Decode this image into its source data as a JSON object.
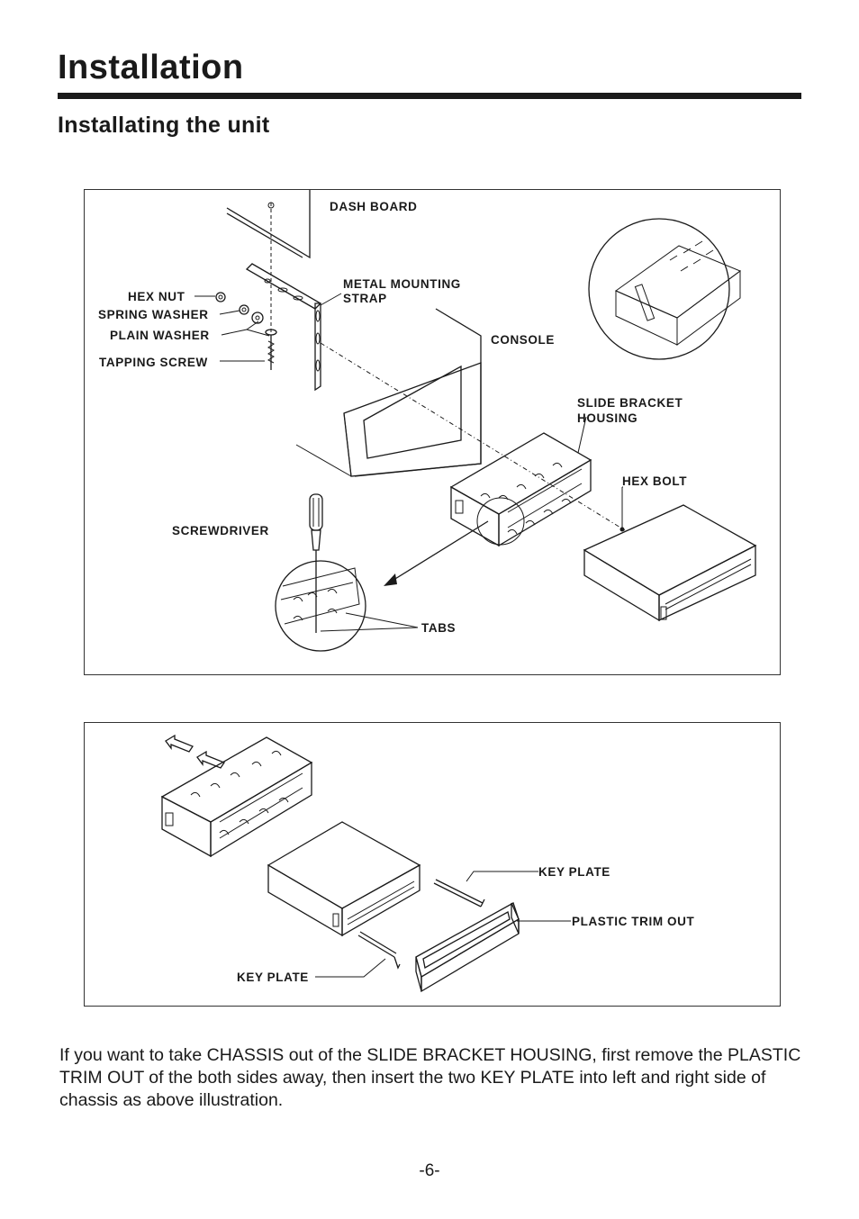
{
  "header": {
    "title": "Installation",
    "subtitle": "Installating the unit"
  },
  "figure1": {
    "labels": {
      "dash_board": "DASH BOARD",
      "metal_mounting_strap_line1": "METAL MOUNTING",
      "metal_mounting_strap_line2": "STRAP",
      "hex_nut": "HEX NUT",
      "spring_washer": "SPRING WASHER",
      "plain_washer": "PLAIN WASHER",
      "tapping_screw": "TAPPING SCREW",
      "console": "CONSOLE",
      "slide_bracket_housing_line1": "SLIDE BRACKET",
      "slide_bracket_housing_line2": "HOUSING",
      "hex_bolt": "HEX BOLT",
      "screwdriver": "SCREWDRIVER",
      "tabs": "TABS"
    }
  },
  "figure2": {
    "labels": {
      "key_plate_top": "KEY PLATE",
      "plastic_trim_out": "PLASTIC TRIM OUT",
      "key_plate_bottom": "KEY PLATE"
    }
  },
  "body": {
    "paragraph": "If you want to take CHASSIS out of the SLIDE BRACKET HOUSING, first remove the PLASTIC TRIM OUT of the both sides away, then insert the two KEY PLATE into left and right side of chassis as above illustration."
  },
  "footer": {
    "page_number": "-6-"
  }
}
